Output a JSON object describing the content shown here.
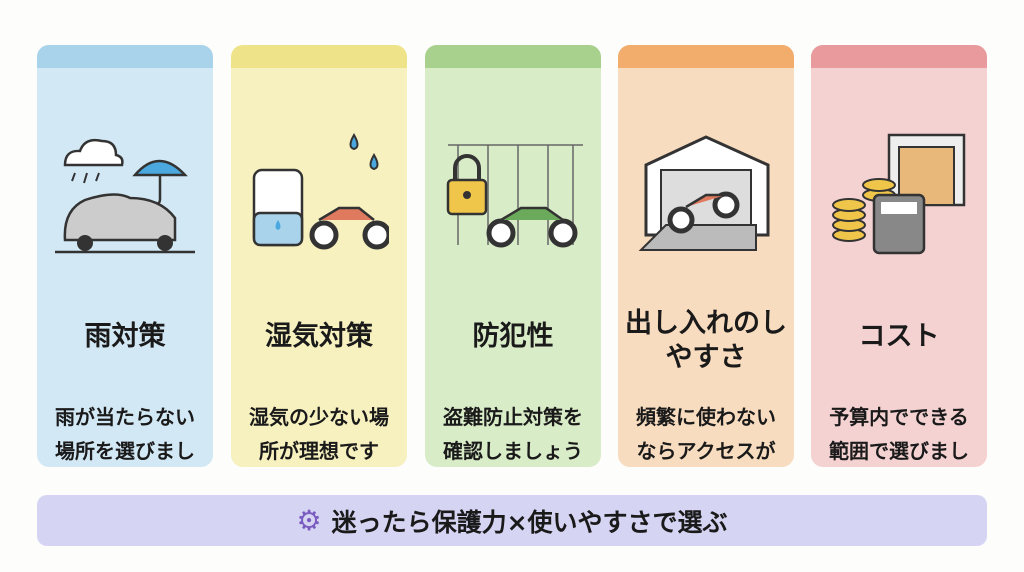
{
  "cards": [
    {
      "title": "雨対策",
      "description": "雨が当たらない場所を選びましょう",
      "icon": "rain-covered-motorcycle-icon",
      "bg": "#d3e8f5",
      "band": "#a9d3ea"
    },
    {
      "title": "湿気対策",
      "description": "湿気の少ない場所が理想です",
      "icon": "dehumidifier-motorcycle-icon",
      "bg": "#f7f0bf",
      "band": "#efe38a"
    },
    {
      "title": "防犯性",
      "description": "盗難防止対策を確認しましょう",
      "icon": "padlock-motorcycle-icon",
      "bg": "#d9ecc8",
      "band": "#a9d18e"
    },
    {
      "title": "出し入れのしやすさ",
      "description": "頻繁に使わないならアクセスが楽な場所",
      "icon": "garage-ramp-motorcycle-icon",
      "bg": "#f8dcbf",
      "band": "#f2ac6c"
    },
    {
      "title": "コスト",
      "description": "予算内でできる範囲で選びましょう",
      "icon": "coins-calculator-icon",
      "bg": "#f5d2d2",
      "band": "#e99a9c"
    }
  ],
  "banner": {
    "text": "迷ったら保護力×使いやすさで選ぶ",
    "icon": "gear-icon",
    "bg": "#d6d4f3"
  }
}
